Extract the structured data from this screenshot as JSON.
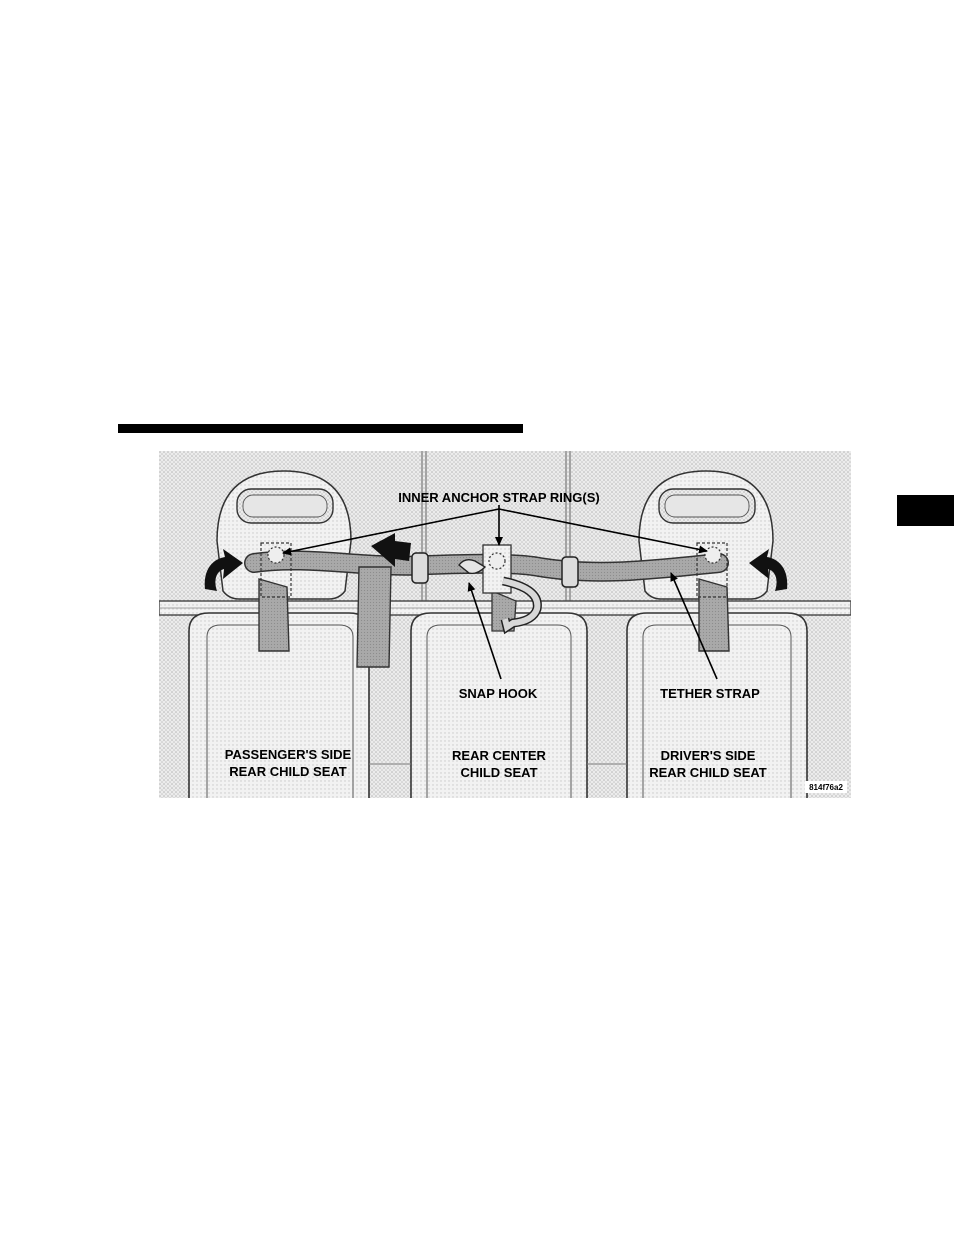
{
  "figure": {
    "labels": {
      "inner_anchor": "INNER ANCHOR STRAP RING(S)",
      "snap_hook": "SNAP HOOK",
      "tether_strap": "TETHER STRAP",
      "passenger_seat_line1": "PASSENGER'S SIDE",
      "passenger_seat_line2": "REAR CHILD SEAT",
      "center_seat_line1": "REAR CENTER",
      "center_seat_line2": "CHILD SEAT",
      "driver_seat_line1": "DRIVER'S SIDE",
      "driver_seat_line2": "REAR CHILD SEAT"
    },
    "image_code": "814f76a2"
  }
}
